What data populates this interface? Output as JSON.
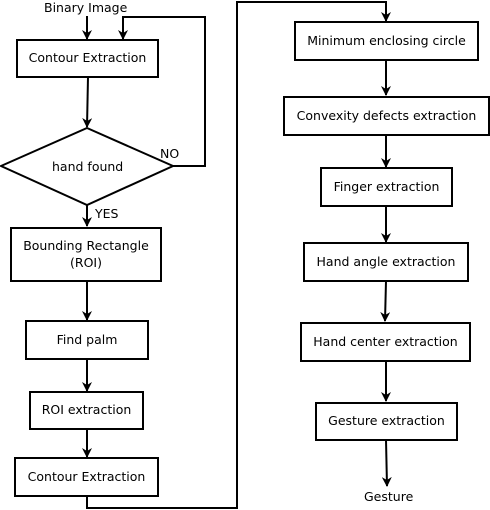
{
  "input_label": "Binary Image",
  "output_label": "Gesture",
  "left_column": {
    "contour_extraction_1": "Contour Extraction",
    "decision": "hand found",
    "decision_no": "NO",
    "decision_yes": "YES",
    "bounding_rect_line1": "Bounding Rectangle",
    "bounding_rect_line2": "(ROI)",
    "find_palm": "Find palm",
    "roi_extraction": "ROI extraction",
    "contour_extraction_2": "Contour Extraction"
  },
  "right_column": {
    "min_circle": "Minimum enclosing circle",
    "convexity_defects": "Convexity defects extraction",
    "finger_extraction": "Finger extraction",
    "hand_angle": "Hand angle extraction",
    "hand_center": "Hand center extraction",
    "gesture_extraction": "Gesture extraction"
  }
}
